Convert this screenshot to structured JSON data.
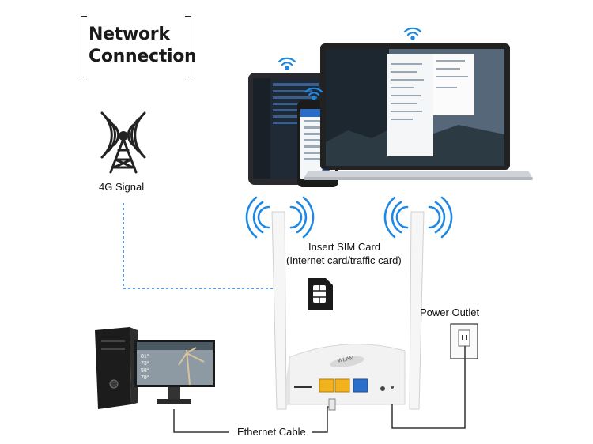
{
  "title": {
    "line1": "Network",
    "line2": "Connection"
  },
  "labels": {
    "signal": "4G Signal",
    "sim_line1": "Insert SIM Card",
    "sim_line2": "(Internet card/traffic card)",
    "power": "Power Outlet",
    "ethernet": "Ethernet Cable"
  },
  "router": {
    "brand": "WLAN"
  },
  "monitor_readings": [
    "81°",
    "73°",
    "58°",
    "79°"
  ],
  "colors": {
    "wifi": "#1e88e5",
    "dashed_line": "#2f7bd6",
    "router_white": "#f2f2f2",
    "lan_port": "#f2b21b",
    "wan_port": "#2a6fc9",
    "screen_dark": "#1d2730"
  },
  "icons": [
    "cell-tower-icon",
    "wifi-icon",
    "sim-card-icon",
    "power-outlet-icon"
  ]
}
